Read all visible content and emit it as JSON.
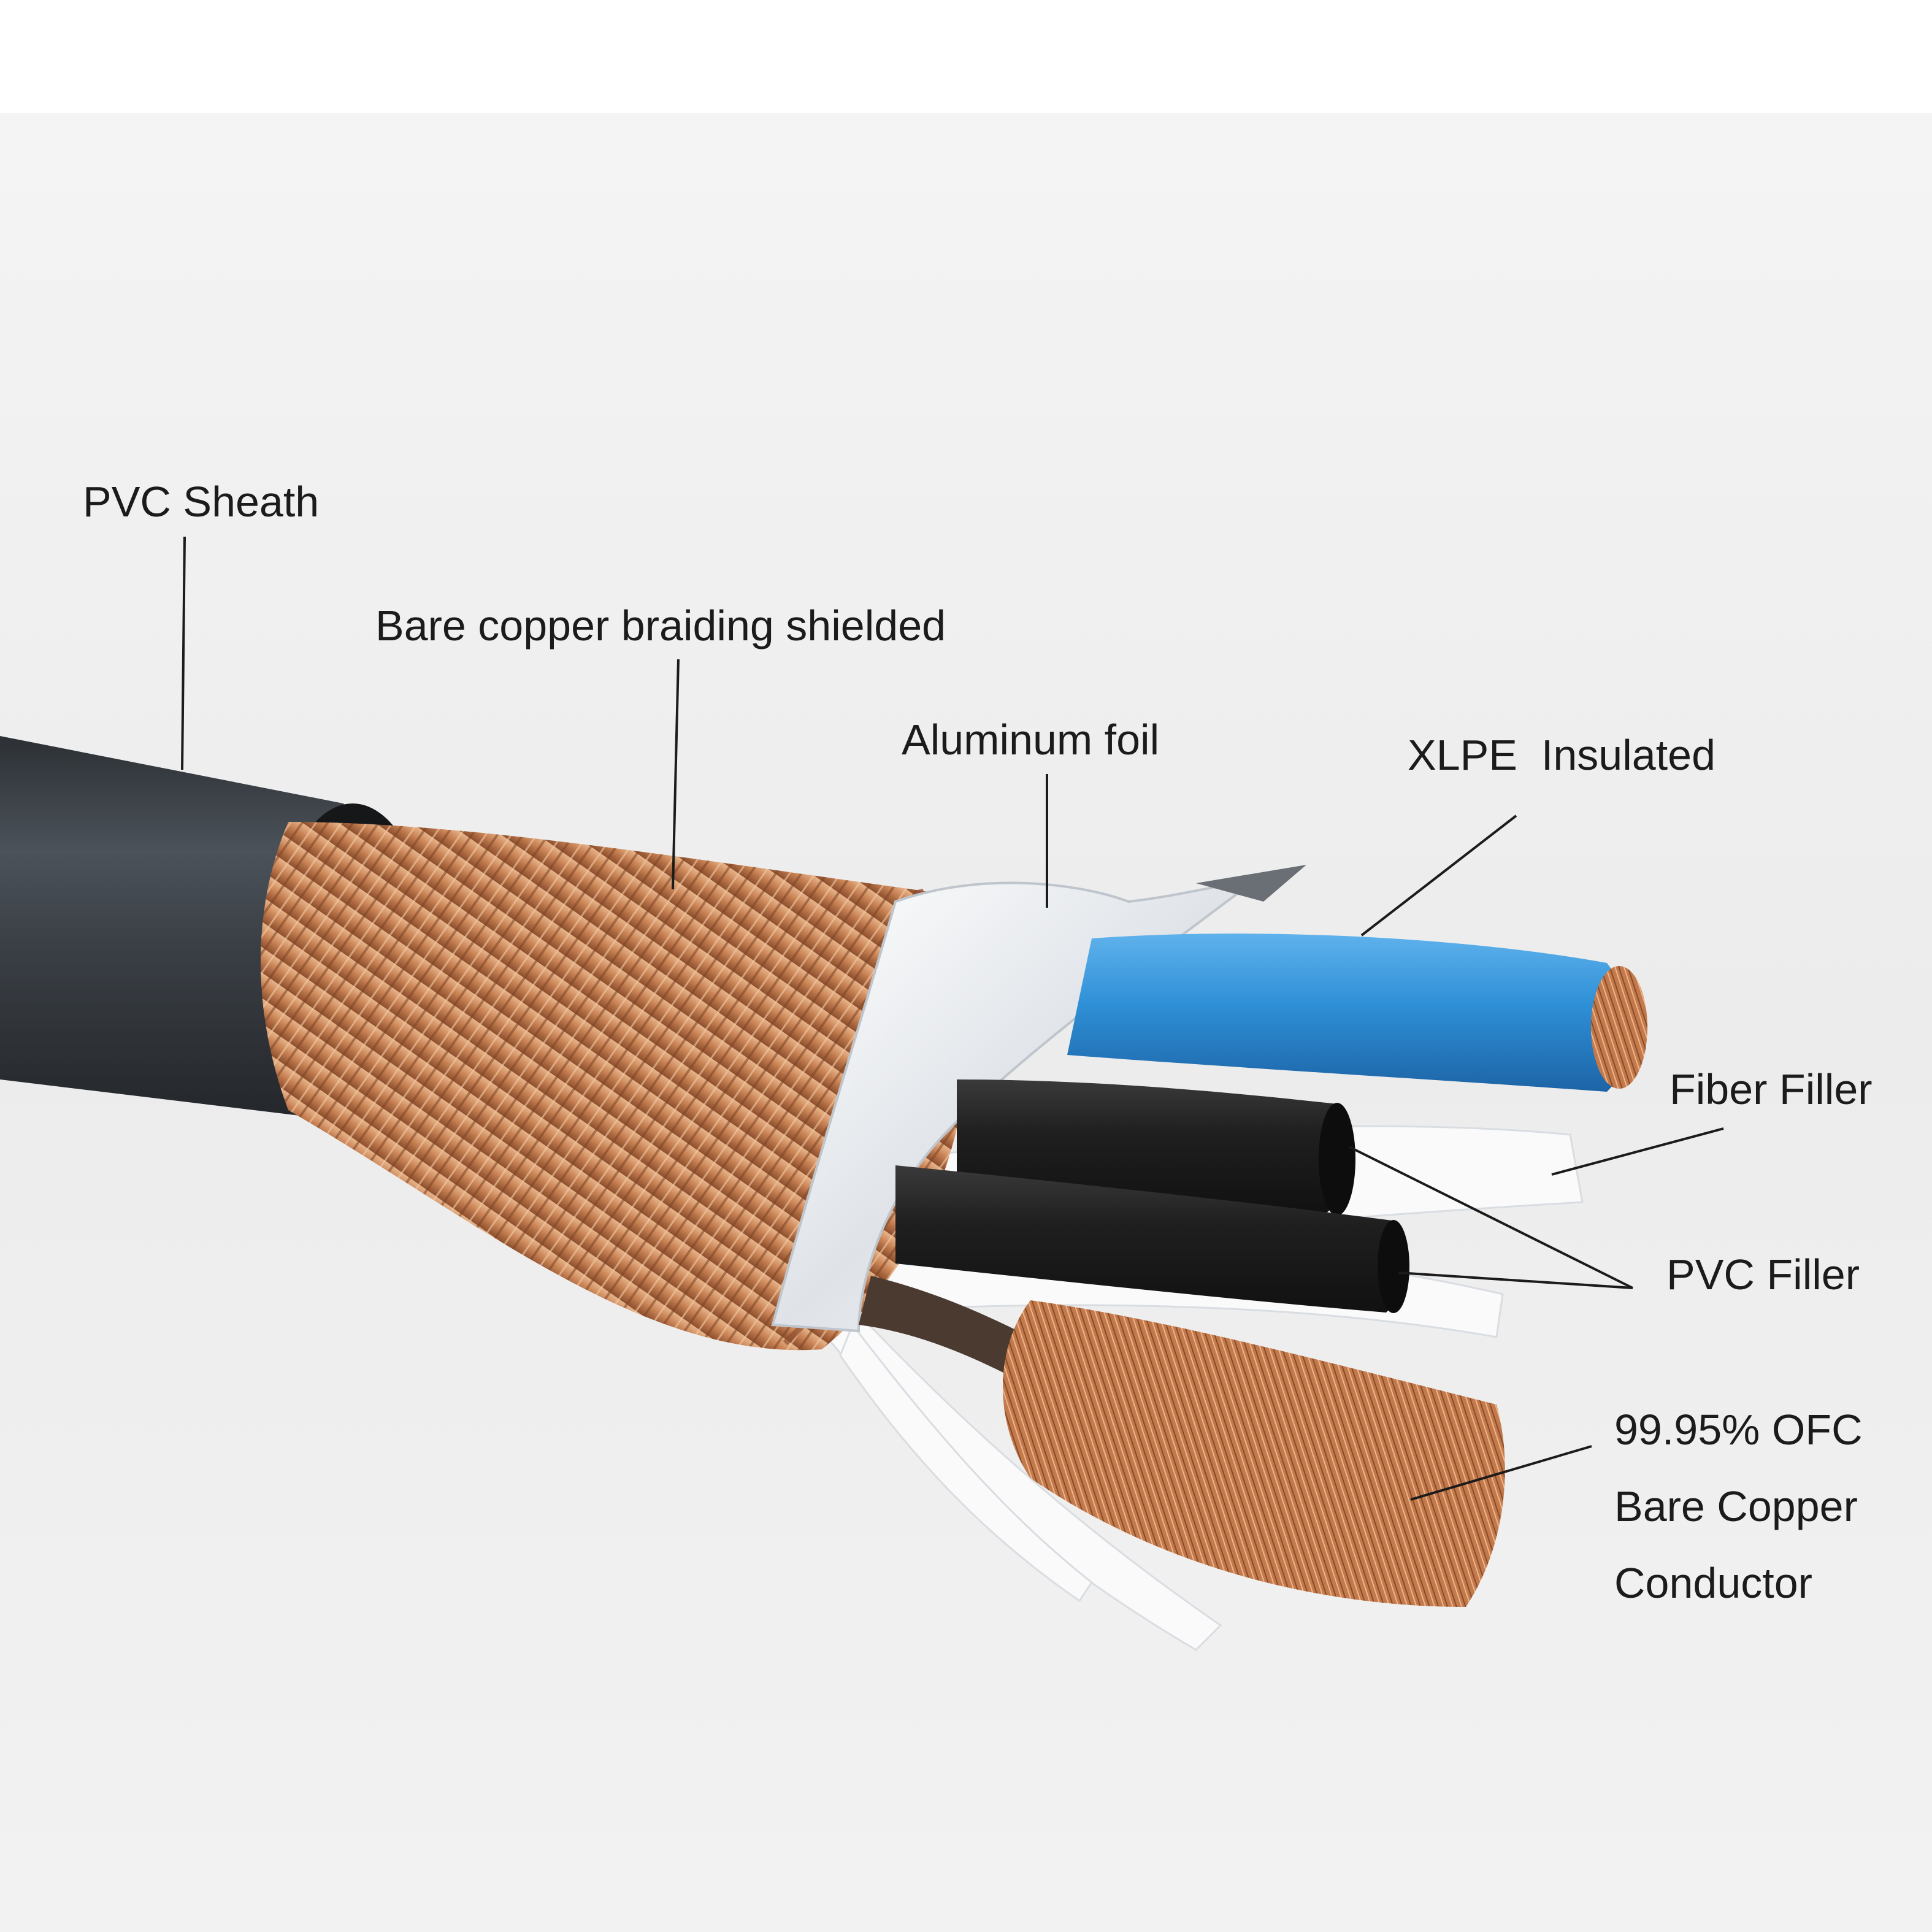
{
  "labels": {
    "pvc_sheath": "PVC Sheath",
    "copper_braid": "Bare copper braiding shielded",
    "aluminum_foil": "Aluminum foil",
    "xlpe": "XLPE  Insulated",
    "fiber_filler": "Fiber Filler",
    "pvc_filler": "PVC Filler",
    "conductor_line1": "99.95% OFC",
    "conductor_line2": "Bare Copper",
    "conductor_line3": "Conductor"
  },
  "colors": {
    "photo_background": "#ededed",
    "sheath": "#3a3f45",
    "copper": "#c98355",
    "foil": "#eef0f2",
    "blue_core": "#2f8fd6",
    "black_core": "#1f1f1f",
    "text": "#1b1b1b"
  }
}
